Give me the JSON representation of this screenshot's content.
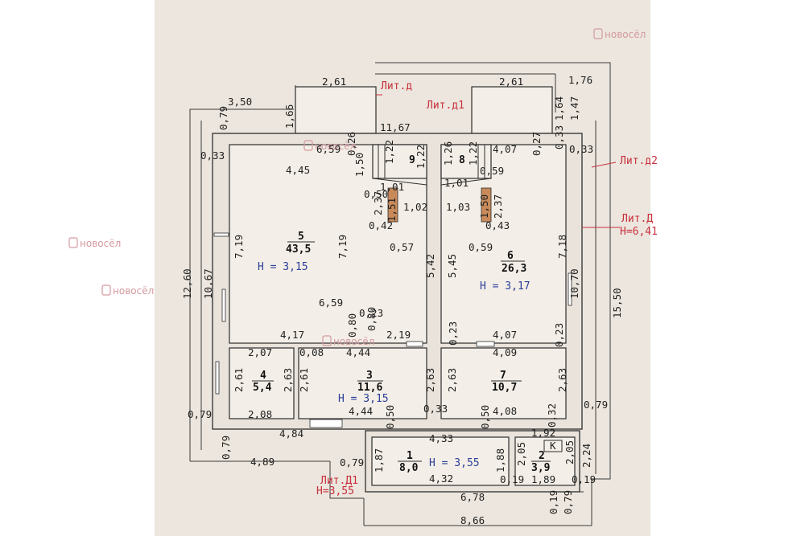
{
  "plan": {
    "labels": {
      "lit_d": "Лит.д",
      "lit_d1": "Лит.д1",
      "lit_d2": "Лит.д2",
      "lit_D": "Лит.Д",
      "lit_D_height": "Н=6,41",
      "lit_D1": "Лит.Д1",
      "lit_D1_height": "Н=3,55"
    },
    "watermark": "новосёл",
    "rooms": [
      {
        "id": "5",
        "number": "5",
        "area": "43,5",
        "height": "Н = 3,15"
      },
      {
        "id": "6",
        "number": "6",
        "area": "26,3",
        "height": "Н = 3,17"
      },
      {
        "id": "3",
        "number": "3",
        "area": "11,6",
        "height": "Н = 3,15"
      },
      {
        "id": "4",
        "number": "4",
        "area": "5,4",
        "height": ""
      },
      {
        "id": "7",
        "number": "7",
        "area": "10,7",
        "height": ""
      },
      {
        "id": "1",
        "number": "1",
        "area": "8,0",
        "height": "Н = 3,55"
      },
      {
        "id": "2",
        "number": "2",
        "area": "3,9",
        "height": ""
      },
      {
        "id": "9",
        "number": "9",
        "area": "",
        "height": ""
      },
      {
        "id": "8",
        "number": "8",
        "area": "",
        "height": ""
      }
    ],
    "small_label_k": "К",
    "dimensions": {
      "d_2_61_left": "2,61",
      "d_2_61_right": "2,61",
      "d_1_76": "1,76",
      "d_3_50": "3,50",
      "d_0_79_tl": "0,79",
      "d_1_66": "1,66",
      "d_1_64": "1,64",
      "d_1_47": "1,47",
      "d_11_67": "11,67",
      "d_0_33_tl": "0,33",
      "d_6_59_top": "6,59",
      "d_0_26": "0,26",
      "d_1_50": "1,50",
      "d_1_22_a": "1,22",
      "d_1_22_b": "1,22",
      "d_1_26": "1,26",
      "d_1_22_c": "1,22",
      "d_4_07_top": "4,07",
      "d_0_27": "0,27",
      "d_0_33_tr1": "0,33",
      "d_0_33_tr2": "0,33",
      "d_4_45": "4,45",
      "d_0_59_a": "0,59",
      "d_1_01_a": "1,01",
      "d_1_01_b": "1,01",
      "d_0_50_a": "0,50",
      "d_2_37_a": "2,37",
      "d_1_51": "1,51",
      "d_1_02": "1,02",
      "d_1_03": "1,03",
      "d_1_50_b": "1,50",
      "d_2_37_b": "2,37",
      "d_0_42": "0,42",
      "d_0_43": "0,43",
      "d_7_19_a": "7,19",
      "d_7_19_b": "7,19",
      "d_7_18": "7,18",
      "d_0_57": "0,57",
      "d_0_59_b": "0,59",
      "d_5_42": "5,42",
      "d_5_45": "5,45",
      "d_12_60": "12,60",
      "d_10_67": "10,67",
      "d_10_70": "10,70",
      "d_15_50": "15,50",
      "d_6_59_mid": "6,59",
      "d_0_23_a": "0,23",
      "d_0_80_a": "0,80",
      "d_0_80_b": "0,80",
      "d_4_17": "4,17",
      "d_2_19": "2,19",
      "d_0_23_b": "0,23",
      "d_4_07_mid": "4,07",
      "d_0_23_c": "0,23",
      "d_2_07": "2,07",
      "d_0_08": "0,08",
      "d_4_44_top": "4,44",
      "d_4_09": "4,09",
      "d_2_61_r4a": "2,61",
      "d_2_63_r4": "2,63",
      "d_2_61_r4b": "2,61",
      "d_2_63_r3": "2,63",
      "d_2_63_r7a": "2,63",
      "d_2_63_r7b": "2,63",
      "d_0_79_ml": "0,79",
      "d_2_08": "2,08",
      "d_4_44_bot": "4,44",
      "d_0_33_mid": "0,33",
      "d_4_08": "4,08",
      "d_0_32": "0,32",
      "d_0_79_mr": "0,79",
      "d_4_84": "4,84",
      "d_0_50_b": "0,50",
      "d_4_33": "4,33",
      "d_0_50_c": "0,50",
      "d_1_92": "1,92",
      "d_0_79_bl": "0,79",
      "d_1_87": "1,87",
      "d_1_88": "1,88",
      "d_2_05_a": "2,05",
      "d_2_05_b": "2,05",
      "d_2_24": "2,24",
      "d_4_89": "4,89",
      "d_0_79_b2": "0,79",
      "d_4_32": "4,32",
      "d_0_19_a": "0,19",
      "d_1_89": "1,89",
      "d_0_19_b": "0,19",
      "d_0_19_c": "0,19",
      "d_0_79_br": "0,79",
      "d_6_78": "6,78",
      "d_8_66": "8,66"
    }
  }
}
